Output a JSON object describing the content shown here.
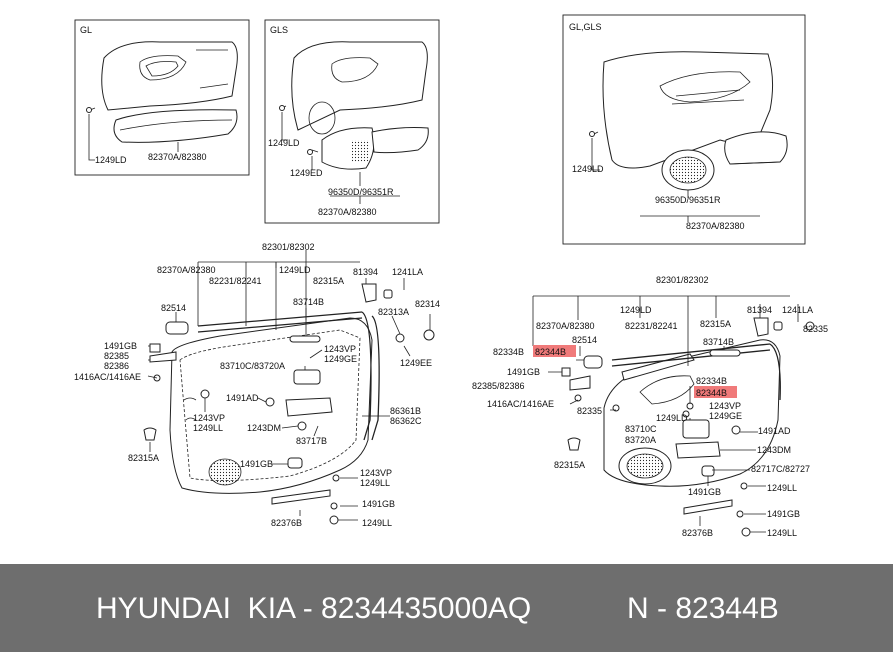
{
  "boxes": {
    "gl": {
      "title": "GL",
      "labels": [
        "1249LD",
        "82370A/82380"
      ]
    },
    "gls": {
      "title": "GLS",
      "labels": [
        "1249LD",
        "1249ED",
        "96350D/96351R",
        "82370A/82380"
      ]
    },
    "gl_gls": {
      "title": "GL,GLS",
      "labels": [
        "1249LD",
        "96350D/96351R",
        "82370A/82380"
      ]
    }
  },
  "left_diagram": {
    "labels": [
      "82301/82302",
      "82370A/82380",
      "1249LD",
      "82231/82241",
      "82315A",
      "81394",
      "1241LA",
      "82514",
      "83714B",
      "82313A",
      "82314",
      "1491GB",
      "82385",
      "82386",
      "1416AC/1416AE",
      "1243VP",
      "1249GE",
      "1249EE",
      "83710C/83720A",
      "1491AD",
      "1243VP",
      "1249LL",
      "1243DM",
      "83717B",
      "86361B",
      "86362C",
      "82315A",
      "1491GB",
      "1243VP",
      "1249LL",
      "1491GB",
      "82376B",
      "1249LL"
    ]
  },
  "right_diagram": {
    "labels": [
      "82301/82302",
      "1249LD",
      "81394",
      "1241LA",
      "82370A/82380",
      "82231/82241",
      "82315A",
      "82335",
      "82334B",
      "82344B",
      "82514",
      "83714B",
      "1491GB",
      "82334B",
      "82344B",
      "82385/82386",
      "1243VP",
      "1416AC/1416AE",
      "1249GE",
      "82335",
      "1249LD",
      "83710C",
      "83720A",
      "1491AD",
      "82315A",
      "1243DM",
      "82717C/82727",
      "1491GB",
      "1249LL",
      "1491GB",
      "82376B",
      "1249LL"
    ]
  },
  "highlight_color": "#f07a7a",
  "footer": {
    "left": "HYUNDAI  KIA - 8234435000AQ",
    "right": "N - 82344B",
    "background": "#6e6e6e"
  }
}
